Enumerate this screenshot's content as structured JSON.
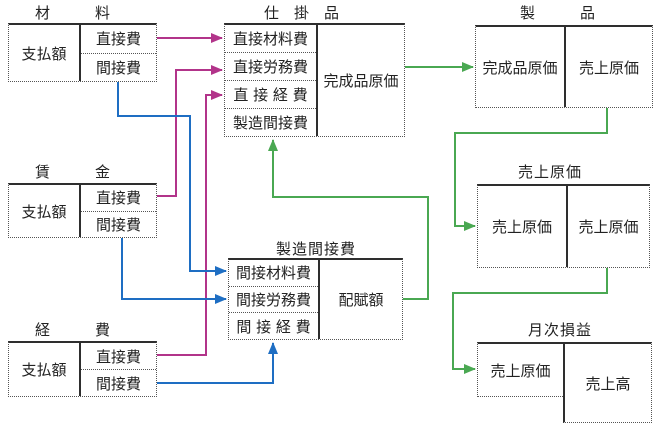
{
  "diagram_title": "cost-accounting-flow",
  "accounts": {
    "materials": {
      "title": "材料",
      "payment": "支払額",
      "direct": "直接費",
      "indirect": "間接費"
    },
    "wages": {
      "title": "賃金",
      "payment": "支払額",
      "direct": "直接費",
      "indirect": "間接費"
    },
    "expenses": {
      "title": "経費",
      "payment": "支払額",
      "direct": "直接費",
      "indirect": "間接費"
    },
    "work_in_process": {
      "title": "仕掛品",
      "rows": [
        "直接材料費",
        "直接労務費",
        "直 接 経 費",
        "製造間接費"
      ],
      "result": "完成品原価"
    },
    "manufacturing_overhead": {
      "title": "製造間接費",
      "rows": [
        "間接材料費",
        "間接労務費",
        "間 接 経 費"
      ],
      "result": "配賦額"
    },
    "finished_goods": {
      "title": "製品",
      "left": "完成品原価",
      "right": "売上原価"
    },
    "cost_of_sales": {
      "title": "売上原価",
      "left": "売上原価",
      "right": "売上原価"
    },
    "monthly_pl": {
      "title": "月次損益",
      "left": "売上原価",
      "right": "売上高"
    }
  },
  "colors": {
    "direct_cost_arrow": "#b2348a",
    "indirect_cost_arrow": "#1e6ec3",
    "flow_arrow": "#4aa852",
    "solid_line": "#2e2e2e",
    "dotted_line": "#555555"
  }
}
